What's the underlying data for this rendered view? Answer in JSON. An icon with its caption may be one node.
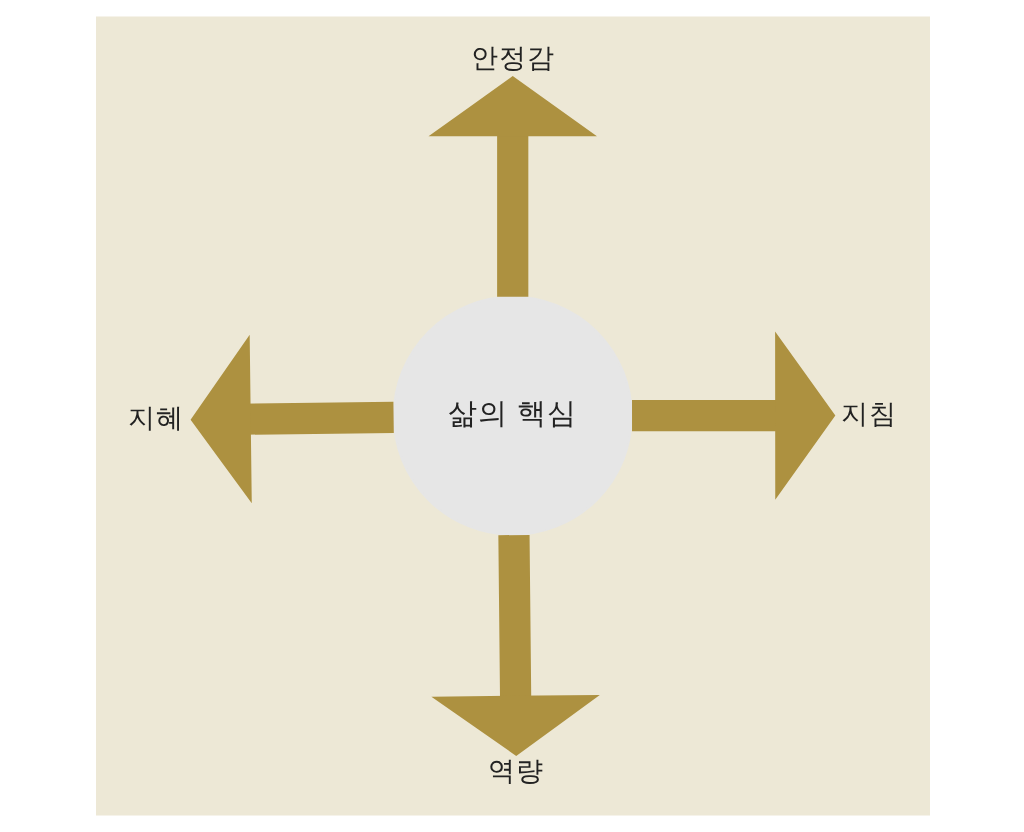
{
  "diagram": {
    "nodes": [
      {
        "text": [
          "안정감"
        ]
      },
      {
        "text": [
          "지혜"
        ]
      },
      {
        "text": [
          "삶의 핵심"
        ]
      },
      {
        "text": [
          "지침"
        ]
      },
      {
        "text": [
          "역량"
        ]
      }
    ],
    "edges": [
      {
        "from": 2,
        "to": 0,
        "arrow": "to"
      },
      {
        "from": 2,
        "to": 1,
        "arrow": "to"
      },
      {
        "from": 2,
        "to": 3,
        "arrow": "to"
      },
      {
        "from": 2,
        "to": 4,
        "arrow": "to"
      }
    ]
  }
}
